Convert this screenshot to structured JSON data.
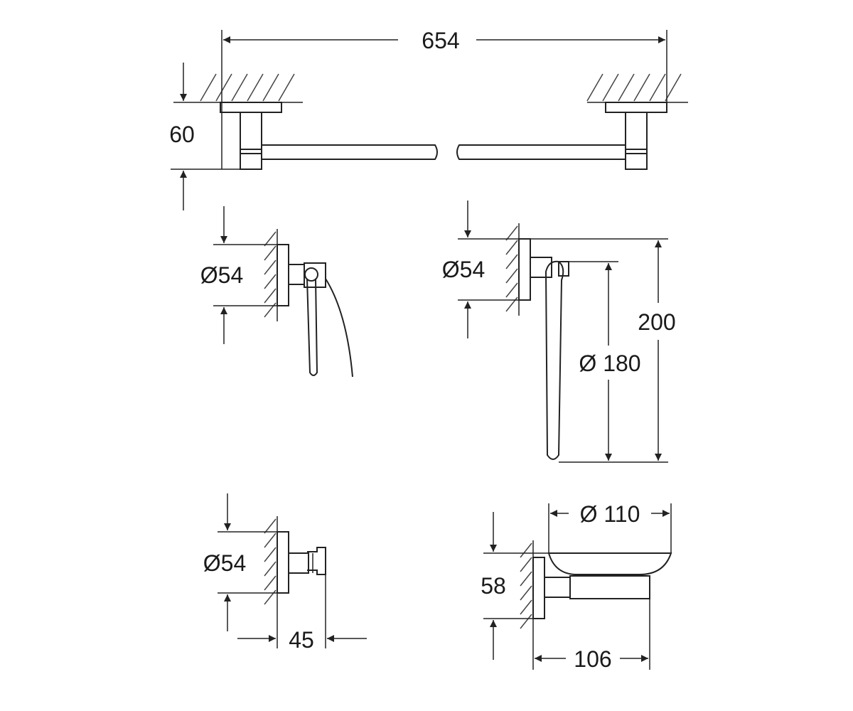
{
  "diagram": {
    "towel_bar": {
      "length": "654",
      "projection": "60"
    },
    "paper_holder": {
      "rosette_diameter": "Ø54"
    },
    "towel_ring": {
      "rosette_diameter": "Ø54",
      "ring_diameter": "Ø 180",
      "height": "200"
    },
    "robe_hook": {
      "rosette_diameter": "Ø54",
      "projection": "45"
    },
    "soap_dish": {
      "dish_diameter": "Ø 110",
      "height": "58",
      "projection": "106"
    }
  },
  "colors": {
    "line": "#222222",
    "background": "#ffffff"
  }
}
